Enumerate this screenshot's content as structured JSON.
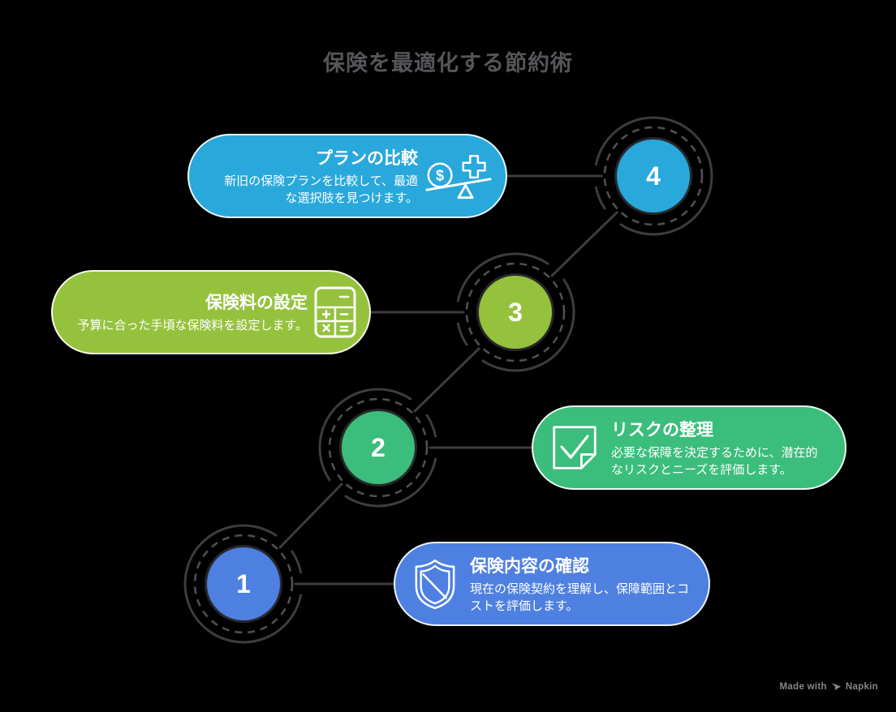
{
  "title": "保険を最適化する節約術",
  "colors": {
    "background": "#000000",
    "connector": "#3D3D40",
    "dashed_ring": "#505054",
    "title_text": "#56565A",
    "card_text": "#FFFFFF",
    "watermark_text": "#87878B"
  },
  "steps": [
    {
      "number": "1",
      "title": "保険内容の確認",
      "description": "現在の保険契約を理解し、保障範囲とコストを評価します。",
      "icon": "shield-icon",
      "color": "#4E80E1"
    },
    {
      "number": "2",
      "title": "リスクの整理",
      "description": "必要な保障を決定するために、潜在的なリスクとニーズを評価します。",
      "icon": "note-check-icon",
      "color": "#3BBD7B"
    },
    {
      "number": "3",
      "title": "保険料の設定",
      "description": "予算に合った手頃な保険料を設定します。",
      "icon": "calculator-icon",
      "color": "#95C23D"
    },
    {
      "number": "4",
      "title": "プランの比較",
      "description": "新旧の保険プランを比較して、最適な選択肢を見つけます。",
      "icon": "scale-icon",
      "color": "#29A8DC"
    }
  ],
  "icon_glyphs": {
    "dollar": "$"
  },
  "watermark": {
    "prefix": "Made with",
    "brand": "Napkin"
  }
}
